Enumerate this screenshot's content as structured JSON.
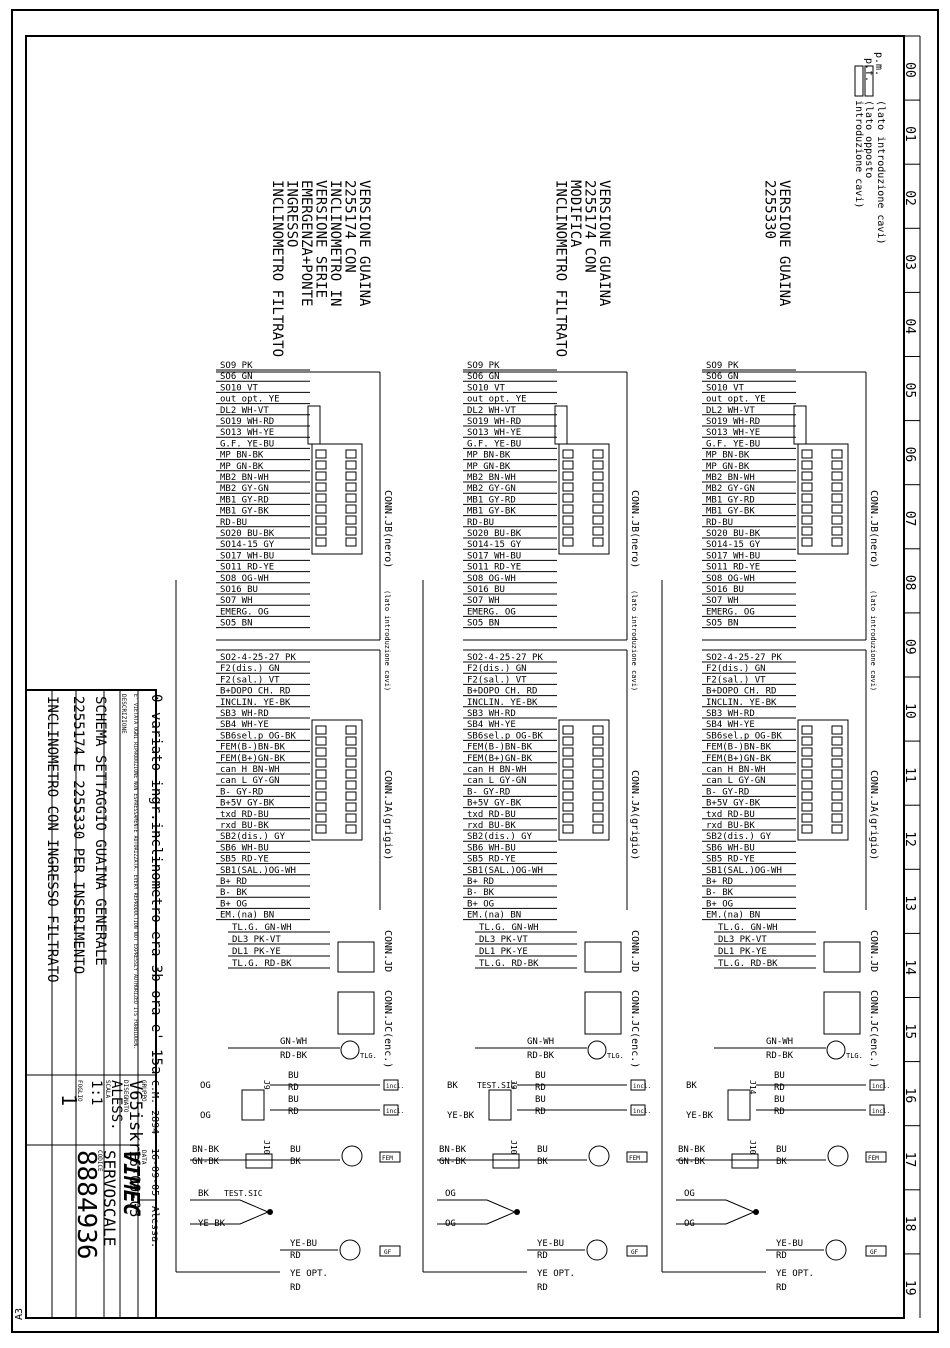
{
  "zones": [
    "00",
    "01",
    "02",
    "03",
    "04",
    "05",
    "06",
    "07",
    "08",
    "09",
    "10",
    "11",
    "12",
    "13",
    "14",
    "15",
    "16",
    "17",
    "18",
    "19"
  ],
  "corner_label": "A3",
  "legend": {
    "pm": "p.m.",
    "pf": "p.f.",
    "line1": "(lato introduzione cavi)",
    "line2": "(lato opposto",
    "line3": "introduzione cavi)"
  },
  "versions": [
    {
      "lines": [
        "VERSIONE GUAINA",
        "2255174 CON",
        "INCLINOMETRO IN",
        "VERSIONE SERIE",
        "EMERGENZA+PONTE",
        "INGRESSO",
        "INCLINOMETRO FILTRATO"
      ]
    },
    {
      "lines": [
        "VERSIONE GUAINA",
        "2255174 CON",
        "MODIFICA",
        "INCLINOMETRO FILTRATO"
      ]
    },
    {
      "lines": [
        "VERSIONE GUAINA",
        "2255330"
      ]
    }
  ],
  "jb_wires": [
    "SO9 PK",
    "SO6 GN",
    "SO10 VT",
    "out opt. YE",
    "DL2 WH-VT",
    "SO19 WH-RD",
    "SO13 WH-YE",
    "G.F. YE-BU",
    "MP BN-BK",
    "MP GN-BK",
    "MB2 BN-WH",
    "MB2 GY-GN",
    "MB1 GY-RD",
    "MB1 GY-BK",
    "RD-BU",
    "SO20 BU-BK",
    "SO14-15 GY",
    "SO17 WH-BU",
    "SO11 RD-YE",
    "SO8 OG-WH",
    "SO16 BU",
    "SO7 WH",
    "EMERG. OG",
    "SO5 BN"
  ],
  "ja_wires": [
    "SO2-4-25-27 PK",
    "F2(dis.) GN",
    "F2(sal.) VT",
    "B+DOPO CH. RD",
    "INCLIN. YE-BK",
    "SB3 WH-RD",
    "SB4 WH-YE",
    "SB6sel.p OG-BK",
    "FEM(B-)BN-BK",
    "FEM(B+)GN-BK",
    "can H BN-WH",
    "can L GY-GN",
    "B- GY-RD",
    "B+5V GY-BK",
    "txd RD-BU",
    "rxd BU-BK",
    "SB2(dis.) GY",
    "SB6 WH-BU",
    "SB5 RD-YE",
    "SB1(SAL.)OG-WH",
    "B+ RD",
    "B- BK",
    "B+ OG",
    "EM.(na) BN"
  ],
  "jd_wires": [
    "TL.G. GN-WH",
    "DL3 PK-VT",
    "DL1 PK-YE",
    "TL.G. RD-BK"
  ],
  "conn_labels": {
    "jb": "CONN.JB(nero)",
    "ja": "CONN.JA(grigio)",
    "jd": "CONN.JD",
    "jc": "CONN.JC(enc.)",
    "side": "(lato introduzione cavi)"
  },
  "bottom": {
    "tlg_wires": [
      "GN-WH",
      "RD-BK"
    ],
    "tlg_label": "TLG.",
    "incl_wires": [
      "BU",
      "RD",
      "BU",
      "RD"
    ],
    "incl_label": "incl.",
    "inputs_a": [
      "OG",
      "OG"
    ],
    "inputs_b": [
      "BK",
      "YE-BK"
    ],
    "testsic": "TEST.SIC",
    "fem_wires": [
      "BN-BK",
      "GN-BK",
      "BU",
      "BK"
    ],
    "fem_label": "FEM",
    "gf_wires": [
      "YE-BU",
      "RD",
      "YE OPT.",
      "RD"
    ],
    "gf_label": "GF",
    "j_labels": [
      "J9",
      "J10",
      "J14",
      "J8"
    ]
  },
  "title_block": {
    "revision": "0",
    "revision_text": "variato ingr.inclinometro era 3b ora e' 15a",
    "cm": "C.M. 2894",
    "rev_date": "16-09-05",
    "rev_sig": "Alessa.",
    "notice": "E' VIETATA OGNI RIPRODUZIONE NON ESPRESSAMENTE AUTORIZZATA. EVERY REPRODUCTION NOT EXPRESSLY AUTHORIZED ITS FORBIDDEN.",
    "group_label": "GRUPPO",
    "group": "V65iskra",
    "date_label": "DATA",
    "date": "16-09-05",
    "designer_label": "DISEGNATO",
    "designer": "ALESS.",
    "scale_label": "SCALA",
    "scale": "1:1",
    "sheet_label": "FOGLIO",
    "sheet": "1",
    "code_label": "CODICE",
    "code": "8884936",
    "brand": "VIMEC",
    "brand_sub": "SERVOSCALE",
    "description_label": "DESCRIZIONE",
    "title_lines": [
      "SCHEMA SETTAGGIO GUAINA GENERALE",
      "2255174 E 2255330 PER INSERIMENTO",
      "INCLINOMETRO CON INGRESSO FILTRATO"
    ]
  }
}
